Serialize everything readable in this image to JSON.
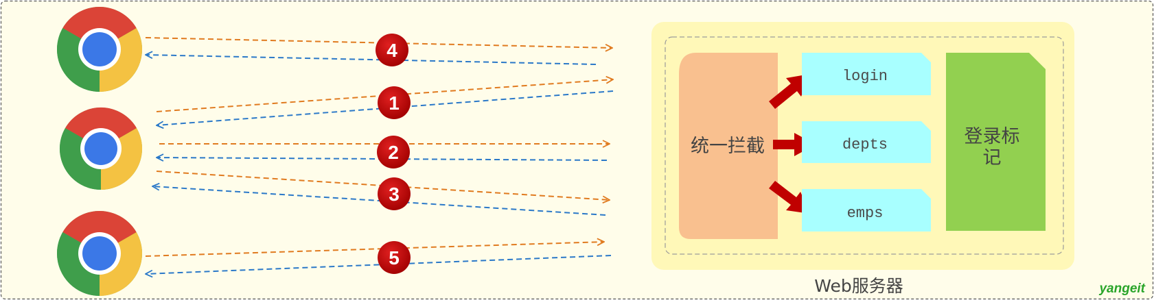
{
  "colors": {
    "background": "#fffdea",
    "border": "#555555",
    "server_panel": "#fff8b8",
    "interceptor": "#f9c08f",
    "endpoint": "#a8ffff",
    "login_flag": "#92d050",
    "request_arrow": "#e07a1f",
    "response_arrow": "#2a78c8",
    "step_badge": "#c00000",
    "block_arrow": "#c00000",
    "logo": "#2aa52a"
  },
  "browsers": [
    {
      "icon": "chrome-icon"
    },
    {
      "icon": "chrome-icon"
    },
    {
      "icon": "chrome-icon"
    }
  ],
  "steps": [
    {
      "number": "4",
      "browser": 1
    },
    {
      "number": "1",
      "browser": 2
    },
    {
      "number": "2",
      "browser": 2
    },
    {
      "number": "3",
      "browser": 2
    },
    {
      "number": "5",
      "browser": 3
    }
  ],
  "server": {
    "title": "Web服务器",
    "interceptor": "统一拦截",
    "endpoints": [
      "login",
      "depts",
      "emps"
    ],
    "login_flag": "登录标记"
  },
  "watermark": "yangeit"
}
